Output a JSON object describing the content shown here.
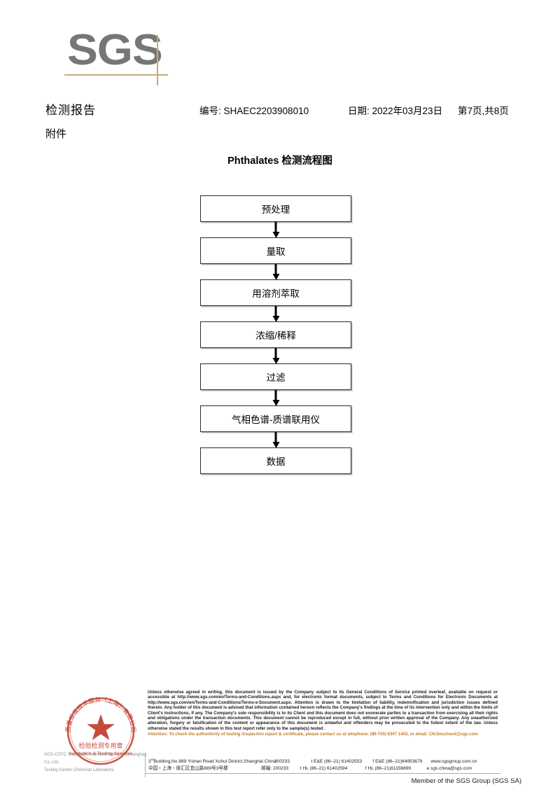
{
  "logo": {
    "text": "SGS"
  },
  "header": {
    "report_title": "检测报告",
    "attachment_label": "附件",
    "report_no": "编号: SHAEC2203908010",
    "date": "日期: 2022年03月23日",
    "page": "第7页,共8页"
  },
  "flowchart": {
    "title": "Phthalates 检测流程图",
    "nodes": [
      {
        "label": "预处理"
      },
      {
        "label": "量取"
      },
      {
        "label": "用溶剂萃取"
      },
      {
        "label": "浓缩/稀释"
      },
      {
        "label": "过滤"
      },
      {
        "label": "气相色谱-质谱联用仪"
      },
      {
        "label": "数据"
      }
    ]
  },
  "stamp": {
    "outer_text": "质量标准技术服务（上海）有限公司",
    "center_text": "检验检测专用章",
    "sub_text": "Inspection & Testing Services",
    "color": "#c0392b",
    "company_line1": "SGS-CSTC Standards Technical Services (Shanghai) Co.,Ltd.",
    "company_line2": "Testing Center-Chemical Laboratory."
  },
  "footer": {
    "legal_text": "Unless otherwise agreed in writing, this document is issued by the Company subject to its General Conditions of Service printed overleaf, available on request or accessible at http://www.sgs.com/en/Terms-and-Conditions.aspx and, for electronic format documents, subject to Terms and Conditions for Electronic Documents at http://www.sgs.com/en/Terms-and-Conditions/Terms-e-Document.aspx. Attention is drawn to the limitation of liability, indemnification and jurisdiction issues defined therein. Any holder of this document is advised that information contained hereon reflects the Company's findings at the time of its intervention only and within the limits of Client's instructions, if any. The Company's sole responsibility is to its Client and this document does not exonerate parties to a transaction from exercising all their rights and obligations under the transaction documents. This document cannot be reproduced except in full, without prior written approval of the Company. Any unauthorized alteration, forgery or falsification of the content or appearance of this document is unlawful and offenders may be prosecuted to the fullest extent of the law. Unless otherwise stated the results shown in this test report refer only to the sample(s) tested .",
    "attention_text": "Attention: To check the authenticity of testing /inspection report & certificate, please contact us at telephone: (86-755) 8307 1443, or email: CN.Doccheck@sgs.com",
    "attention_color": "#c57a2a",
    "address": {
      "street_en": "Building,No.889 Yishan Road Xuhui District,Shanghai China",
      "street_en_prefix": "3",
      "street_en_sup": "rd",
      "zip_en": "200233",
      "tel_en_1": "t E&E (86–21) 61402553",
      "tel_en_2": "f E&E (86–21)64953679",
      "web": "www.sgsgroup.com.cn",
      "street_cn": "中国・上海・徐汇区宜山路889号3号楼",
      "zip_cn": "邮编: 200233",
      "tel_cn_1": "t HL (86–21) 61402594",
      "tel_cn_2": "f HL (86–21)61156899",
      "email": "e  sgs.china@sgs.com"
    },
    "member_line": "Member of the SGS Group (SGS SA)"
  }
}
